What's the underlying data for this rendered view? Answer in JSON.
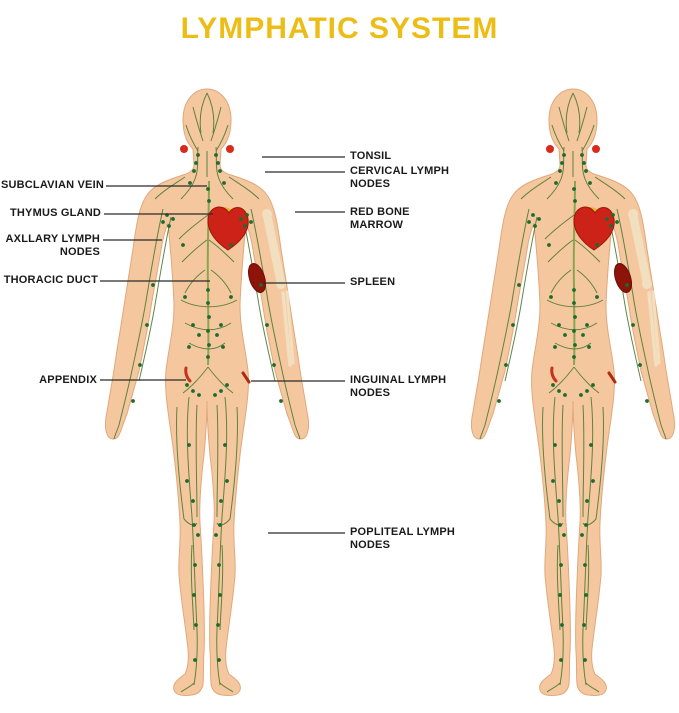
{
  "title": "LYMPHATIC SYSTEM",
  "colors": {
    "title_yellow": "#EDBD17",
    "skin": "#F5C79E",
    "vessel_green": "#4E7B35",
    "node_green": "#1E6B30",
    "heart_red": "#CC2218",
    "tonsil_red": "#D92B1C",
    "spleen_dark_red": "#8E1309",
    "bone_cream": "#F1DFC0",
    "thymus_yellow": "#E3B41C",
    "label_text": "#1A1A1A",
    "leader_line": "#2B2B2B"
  },
  "labels": {
    "tonsil": "TONSIL",
    "cervical_lymph_nodes": "CERVICAL LYMPH NODES",
    "subclavian_vein": "SUBCLAVIAN VEIN",
    "thymus_gland": "THYMUS GLAND",
    "red_bone_marrow": "RED BONE MARROW",
    "axillary_lymph_nodes": "AXLLARY LYMPH NODES",
    "thoracic_duct": "THORACIC DUCT",
    "spleen": "SPLEEN",
    "appendix": "APPENDIX",
    "inguinal_lymph_nodes": "INGUINAL LYMPH NODES",
    "popliteal_lymph_nodes": "POPLITEAL LYMPH NODES"
  }
}
